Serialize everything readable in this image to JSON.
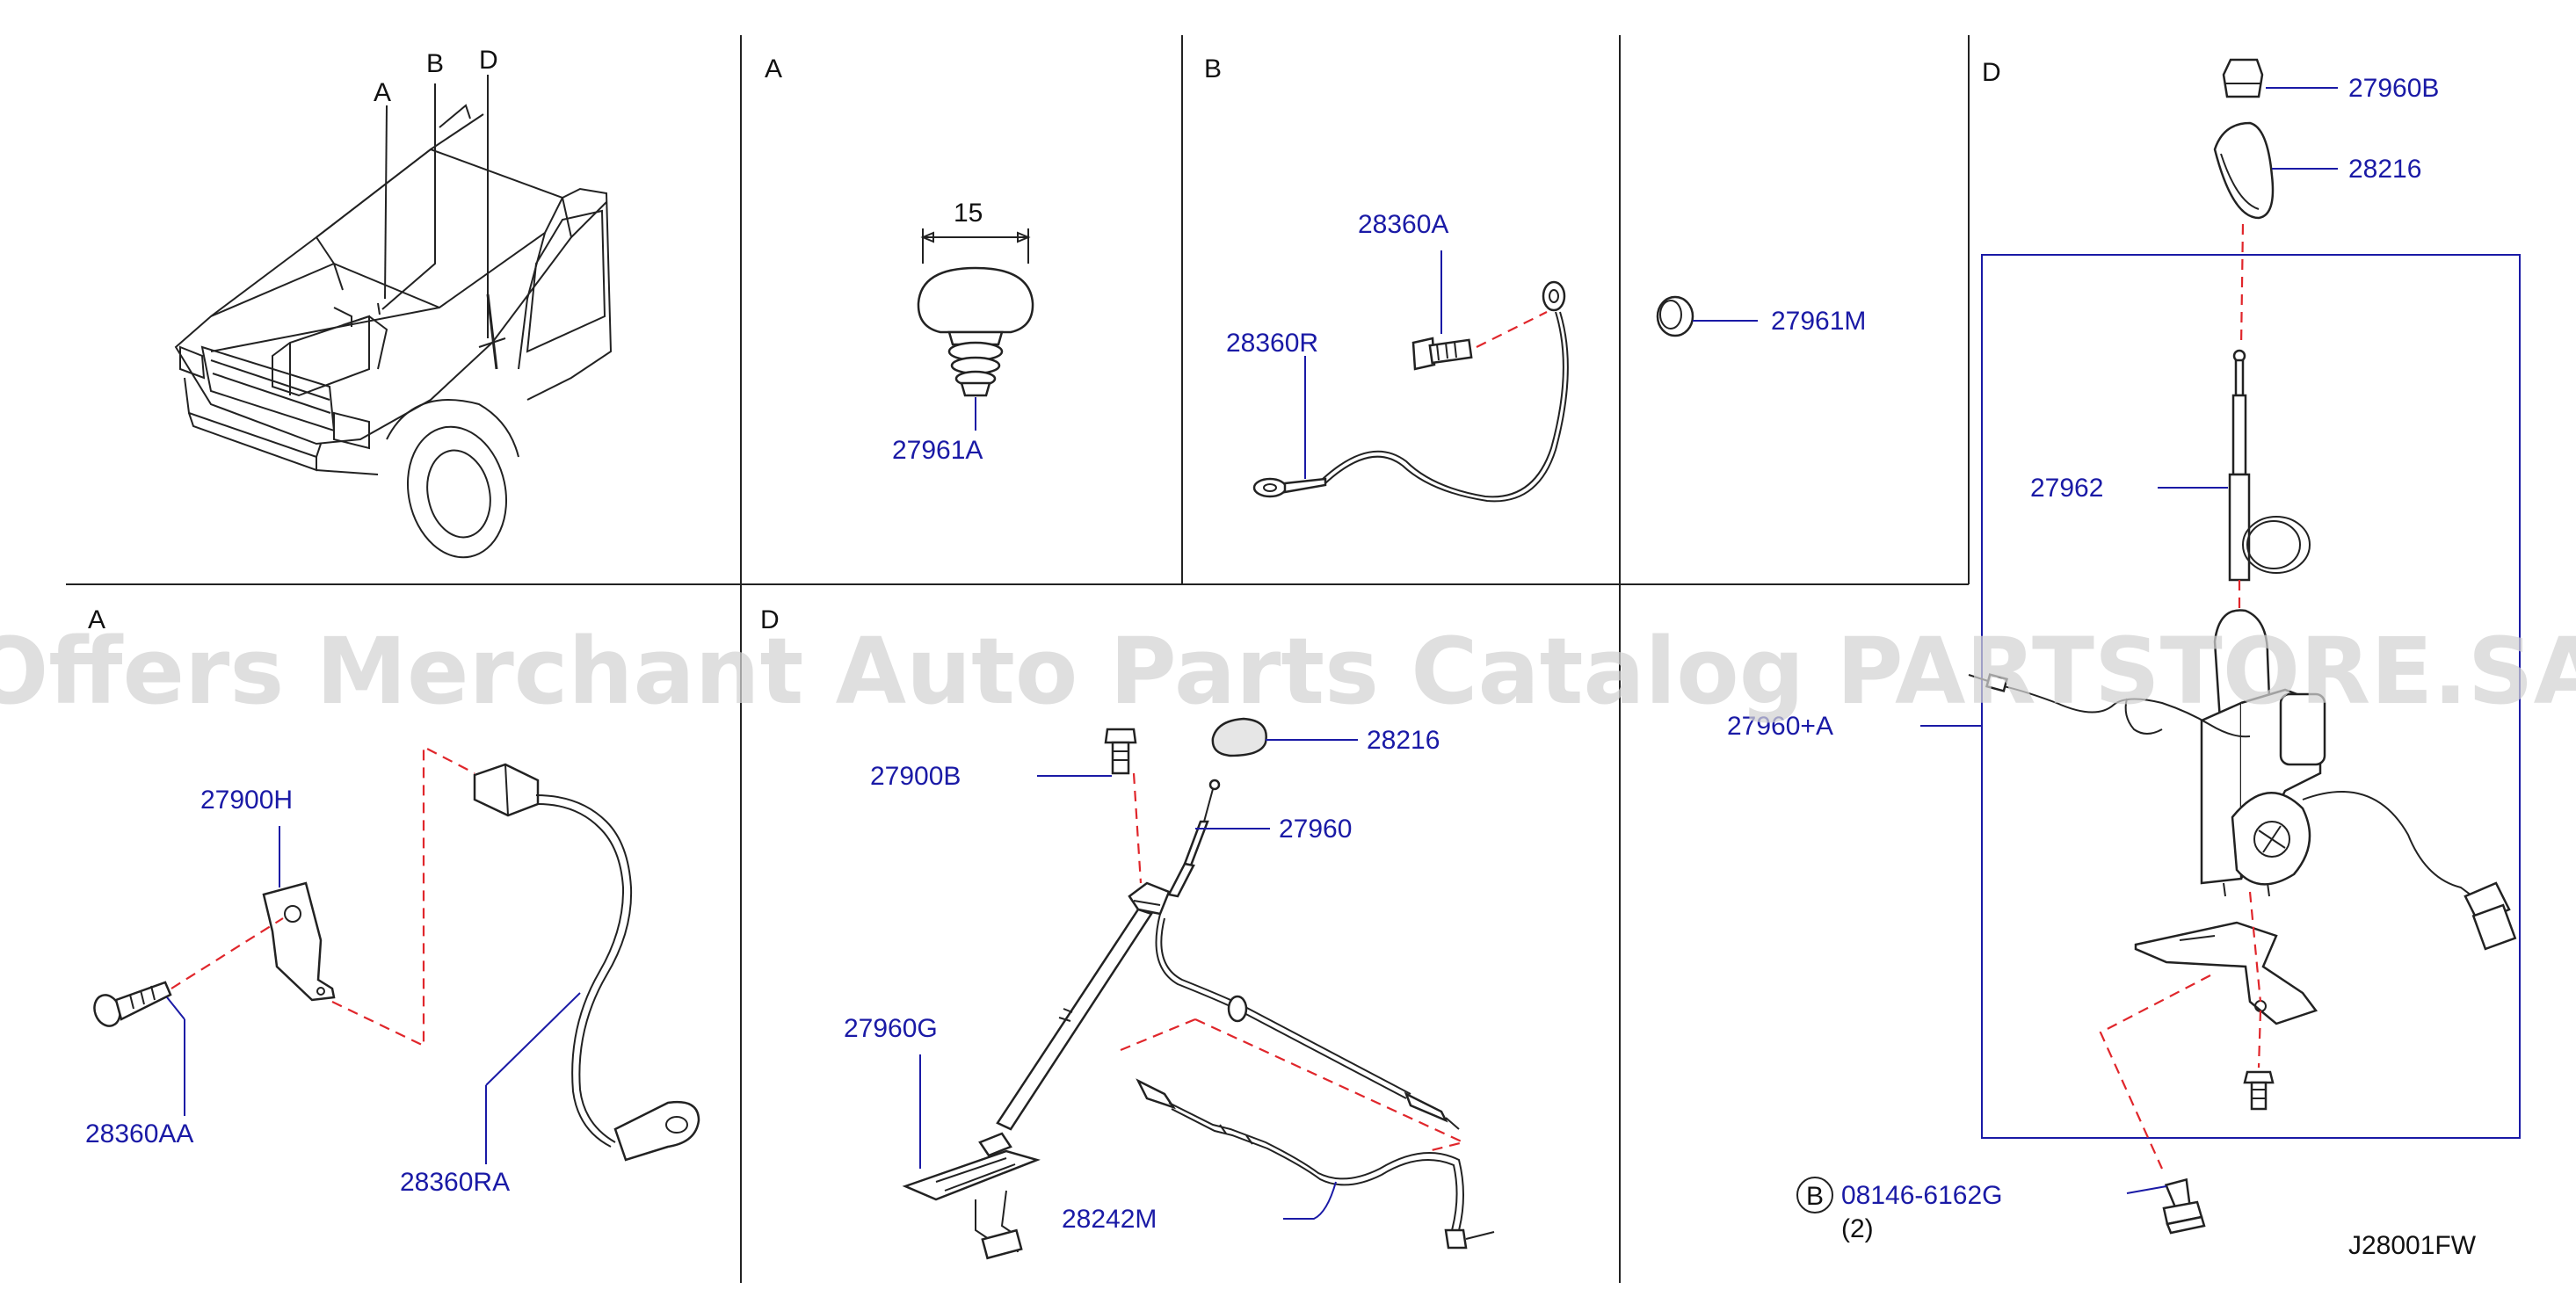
{
  "watermark": "Offers Merchant Auto Parts Catalog PARTSTORE.SA",
  "diagram_code": "J28001FW",
  "sections": {
    "overview": {
      "locators": [
        "A",
        "B",
        "D"
      ]
    },
    "a_top": {
      "title": "A",
      "dimension": "15",
      "parts": [
        "27961A"
      ]
    },
    "b_top": {
      "title": "B",
      "parts": [
        "28360A",
        "28360R"
      ]
    },
    "m_top": {
      "parts": [
        "27961M"
      ]
    },
    "d_right": {
      "title": "D",
      "parts": [
        "27960B",
        "28216",
        "27962",
        "27960+A",
        "08146-6162G"
      ],
      "bolt_callout": "B",
      "quantity": "(2)"
    },
    "a_bottom": {
      "title": "A",
      "parts": [
        "27900H",
        "28360AA",
        "28360RA"
      ]
    },
    "d_bottom": {
      "title": "D",
      "parts": [
        "27900B",
        "28216",
        "27960",
        "27960G",
        "28242M"
      ]
    }
  }
}
